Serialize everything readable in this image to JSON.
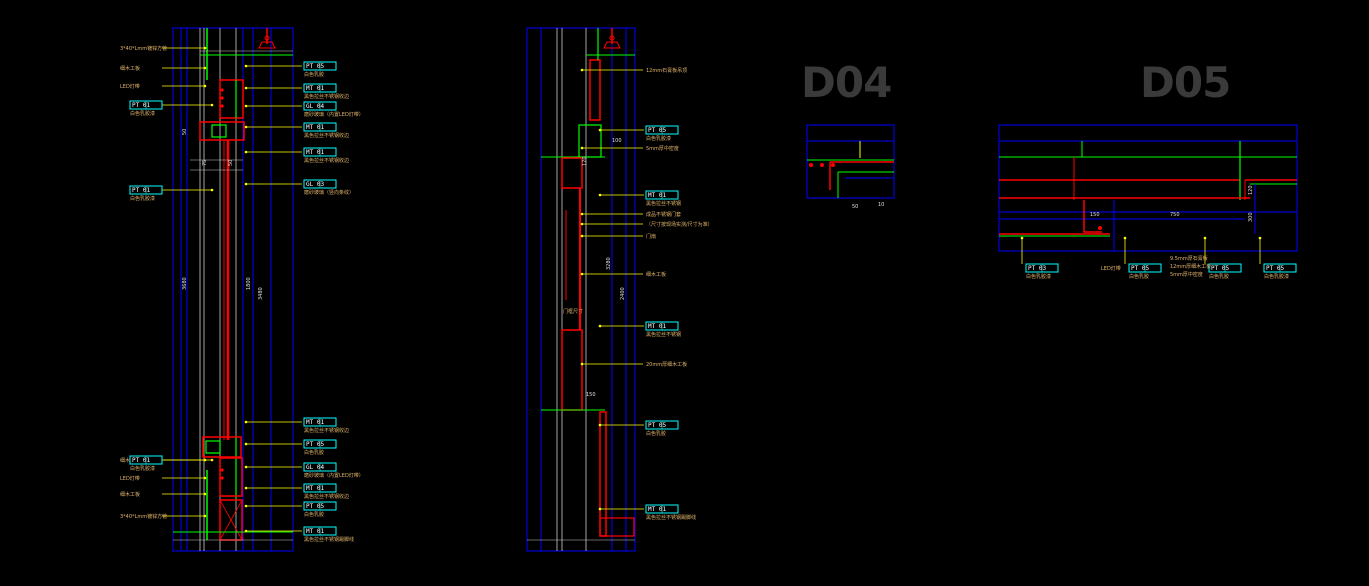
{
  "titles": {
    "d04": "D04",
    "d05": "D05"
  },
  "colors": {
    "background": "#000000",
    "outline": "#0000ff",
    "accent": "#ff0000",
    "green": "#00ff00",
    "leader": "#ffff00",
    "tag": "#00ffff",
    "note": "#e2b46a",
    "title": "#3a3a3a"
  },
  "left_section": {
    "left_notes": [
      "3*40*Lmm镀锌方管",
      "细木工板",
      "LED灯带",
      "细木工板",
      "LED灯带",
      "细木工板",
      "3*40*Lmm镀锌方管"
    ],
    "left_tags": [
      {
        "code": "PT 01",
        "desc": "白色乳胶漆"
      },
      {
        "code": "PT 01",
        "desc": "白色乳胶漆"
      },
      {
        "code": "PT 01",
        "desc": "白色乳胶漆"
      }
    ],
    "right_tags": [
      {
        "code": "PT 05",
        "desc": "白色乳胶"
      },
      {
        "code": "MT 01",
        "desc": "黑色拉丝不锈钢收边"
      },
      {
        "code": "GL 04",
        "desc": "磨砂玻璃（内置LED灯带）"
      },
      {
        "code": "MT 01",
        "desc": "黑色拉丝不锈钢收边"
      },
      {
        "code": "MT 01",
        "desc": "黑色拉丝不锈钢收边"
      },
      {
        "code": "GL 03",
        "desc": "磨砂玻璃（竖向条纹）"
      },
      {
        "code": "MT 01",
        "desc": "黑色拉丝不锈钢收边"
      },
      {
        "code": "PT 05",
        "desc": "白色乳胶"
      },
      {
        "code": "GL 04",
        "desc": "磨砂玻璃（内置LED灯带）"
      },
      {
        "code": "MT 01",
        "desc": "黑色拉丝不锈钢收边"
      },
      {
        "code": "PT 05",
        "desc": "白色乳胶"
      },
      {
        "code": "MT 01",
        "desc": "黑色拉丝不锈钢踢脚线"
      }
    ],
    "dims": [
      "50",
      "75",
      "50",
      "3680",
      "1800",
      "3480"
    ]
  },
  "middle_section": {
    "tags": [
      {
        "code": "PT 05",
        "desc": "白色乳胶漆"
      },
      {
        "code": "MT 01",
        "desc": "黑色拉丝不锈钢"
      },
      {
        "code": "MT 01",
        "desc": "黑色拉丝不锈钢"
      },
      {
        "code": "PT 05",
        "desc": "白色乳胶"
      },
      {
        "code": "MT 01",
        "desc": "黑色拉丝不锈钢踢脚线"
      }
    ],
    "notes": [
      "12mm石膏板吊顶",
      "5mm厚中密度",
      "成品不锈钢门套",
      "（尺寸按现场实测/尺寸为准）",
      "门扇",
      "细木工板",
      "20mm厚细木工板",
      "门框尺寸"
    ],
    "dims": [
      "150",
      "100",
      "120",
      "3280",
      "2400"
    ]
  },
  "d04_detail": {
    "dims": [
      "50",
      "10"
    ]
  },
  "d05_detail": {
    "tags": [
      {
        "code": "PT 03",
        "desc": "白色乳胶漆"
      },
      {
        "code": "PT 05",
        "desc": "白色乳胶"
      },
      {
        "code": "PT 05",
        "desc": "白色乳胶"
      },
      {
        "code": "PT 05",
        "desc": "白色乳胶漆"
      }
    ],
    "notes": [
      "LED灯带",
      "9.5mm厚石膏板",
      "12mm厚细木工板",
      "5mm厚中密度"
    ],
    "dims": [
      "150",
      "750",
      "120",
      "300"
    ]
  }
}
